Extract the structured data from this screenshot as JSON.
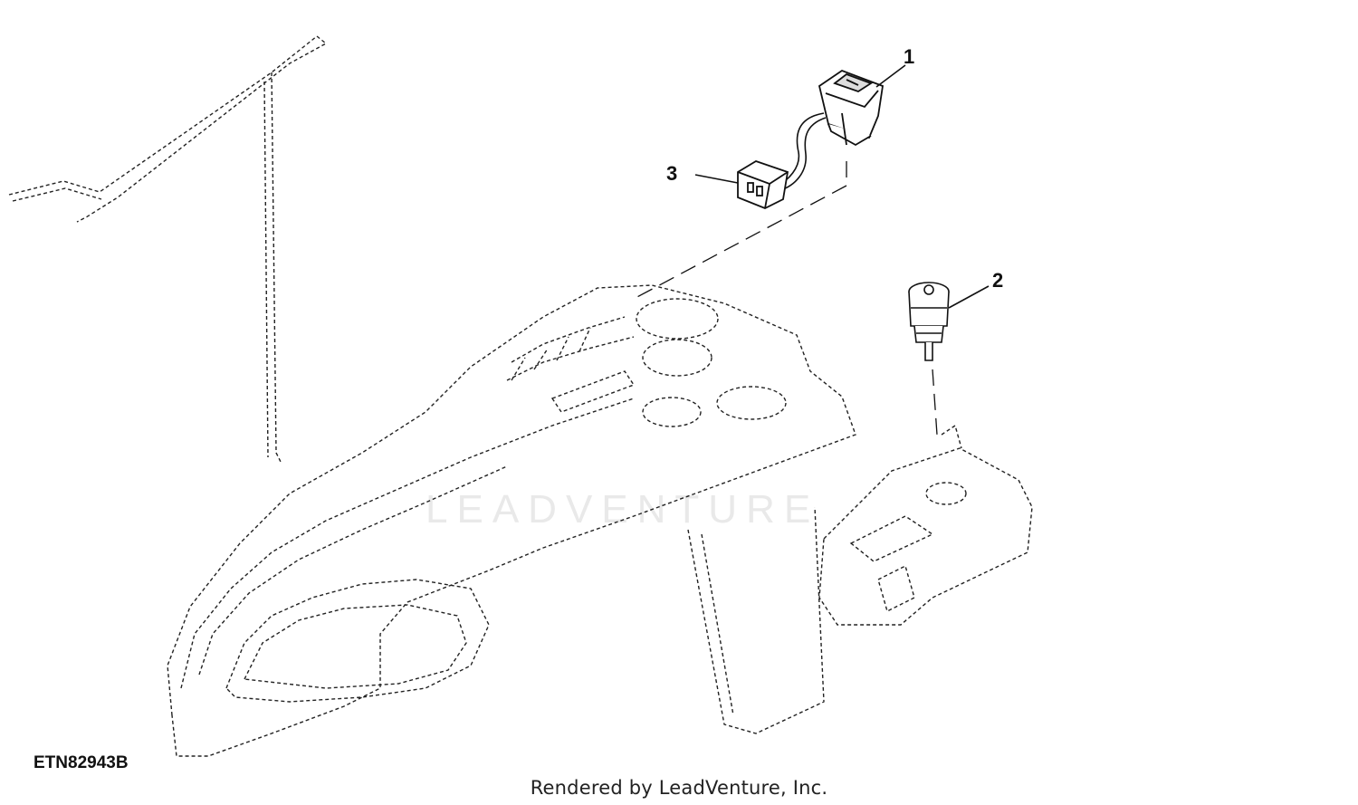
{
  "diagram": {
    "callouts": [
      {
        "id": "1",
        "label": "1"
      },
      {
        "id": "2",
        "label": "2"
      },
      {
        "id": "3",
        "label": "3"
      }
    ],
    "figure_id": "ETN82943B",
    "watermark": "LEADVENTURE",
    "render_credit": "Rendered by LeadVenture, Inc."
  },
  "colors": {
    "line": "#111111",
    "ghost_line": "#222222",
    "watermark": "#e9e9e9",
    "background": "#ffffff"
  }
}
